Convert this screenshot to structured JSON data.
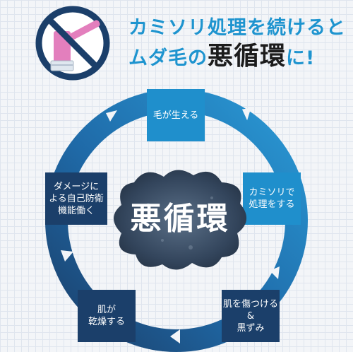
{
  "headline": {
    "line1": "カミソリ処理を続けると",
    "line2_pre": "ムダ毛の",
    "line2_emphasis": "悪循環",
    "line2_post": "に!"
  },
  "center_label": "悪循環",
  "cycle_steps": [
    "毛が生える",
    "カミソリで\n処理をする",
    "肌を傷つける\n&\n黒ずみ",
    "肌が\n乾燥する",
    "ダメージに\nよる自己防衛\n機能働く"
  ],
  "colors": {
    "headline": "#1e94cf",
    "step_light": "#1f8fcc",
    "step_dark": "#1b3f6a",
    "ring_light": "#2a9ad6",
    "ring_dark": "#1b3f6a",
    "prohibit_sign": "#1b3f6a",
    "razor": "#e37fbd"
  },
  "icons": [
    "no-razor-icon",
    "cycle-arrow-icon"
  ]
}
